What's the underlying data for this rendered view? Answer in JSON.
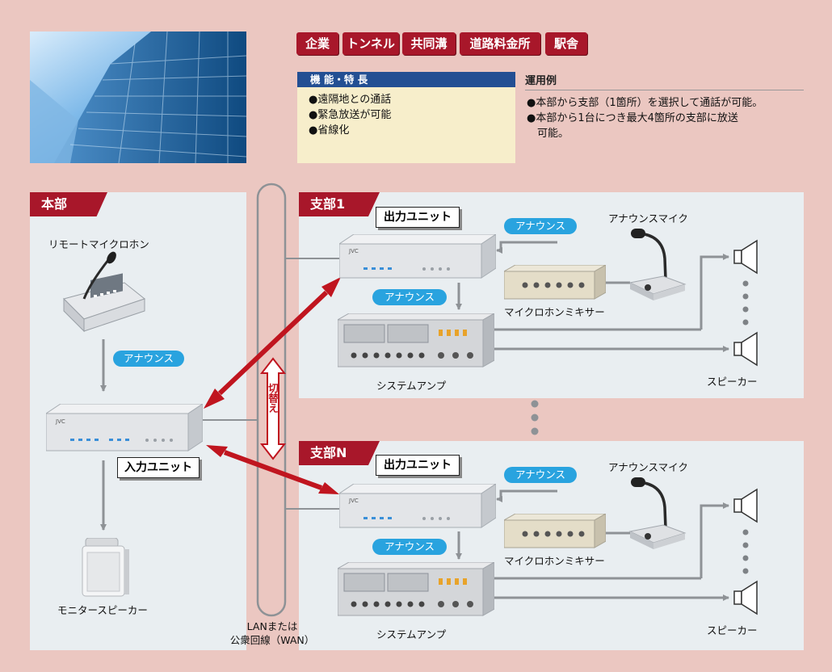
{
  "industry_tags": [
    "企業",
    "トンネル",
    "共同溝",
    "道路料金所",
    "駅舎"
  ],
  "features": {
    "title": "機 能・特 長",
    "items": [
      "●遠隔地との通話",
      "●緊急放送が可能",
      "●省線化"
    ]
  },
  "operation": {
    "title": "運用例",
    "items": [
      "●本部から支部（1箇所）を選択して通話が可能。",
      "●本部から1台につき最大4箇所の支部に放送",
      "　可能。"
    ]
  },
  "headquarters": {
    "title": "本部",
    "remote_mic": "リモートマイクロホン",
    "announce": "アナウンス",
    "input_unit": "入力ユニット",
    "monitor_speaker": "モニタースピーカー"
  },
  "network": {
    "line1": "LANまたは",
    "line2": "公衆回線（WAN）",
    "switch": "切替え"
  },
  "branch1": {
    "title": "支部1",
    "output_unit": "出力ユニット",
    "announce_a": "アナウンス",
    "announce_b": "アナウンス",
    "announce_mic": "アナウンスマイク",
    "mixer": "マイクロホンミキサー",
    "amp": "システムアンプ",
    "speaker": "スピーカー"
  },
  "branchN": {
    "title": "支部N",
    "output_unit": "出力ユニット",
    "announce_a": "アナウンス",
    "announce_b": "アナウンス",
    "announce_mic": "アナウンスマイク",
    "mixer": "マイクロホンミキサー",
    "amp": "システムアンプ",
    "speaker": "スピーカー"
  },
  "device_brand": "JVC",
  "colors": {
    "brand_red": "#a8172a",
    "announce_blue": "#29a3df",
    "feature_header": "#234f93",
    "background": "#ebc7c1"
  }
}
